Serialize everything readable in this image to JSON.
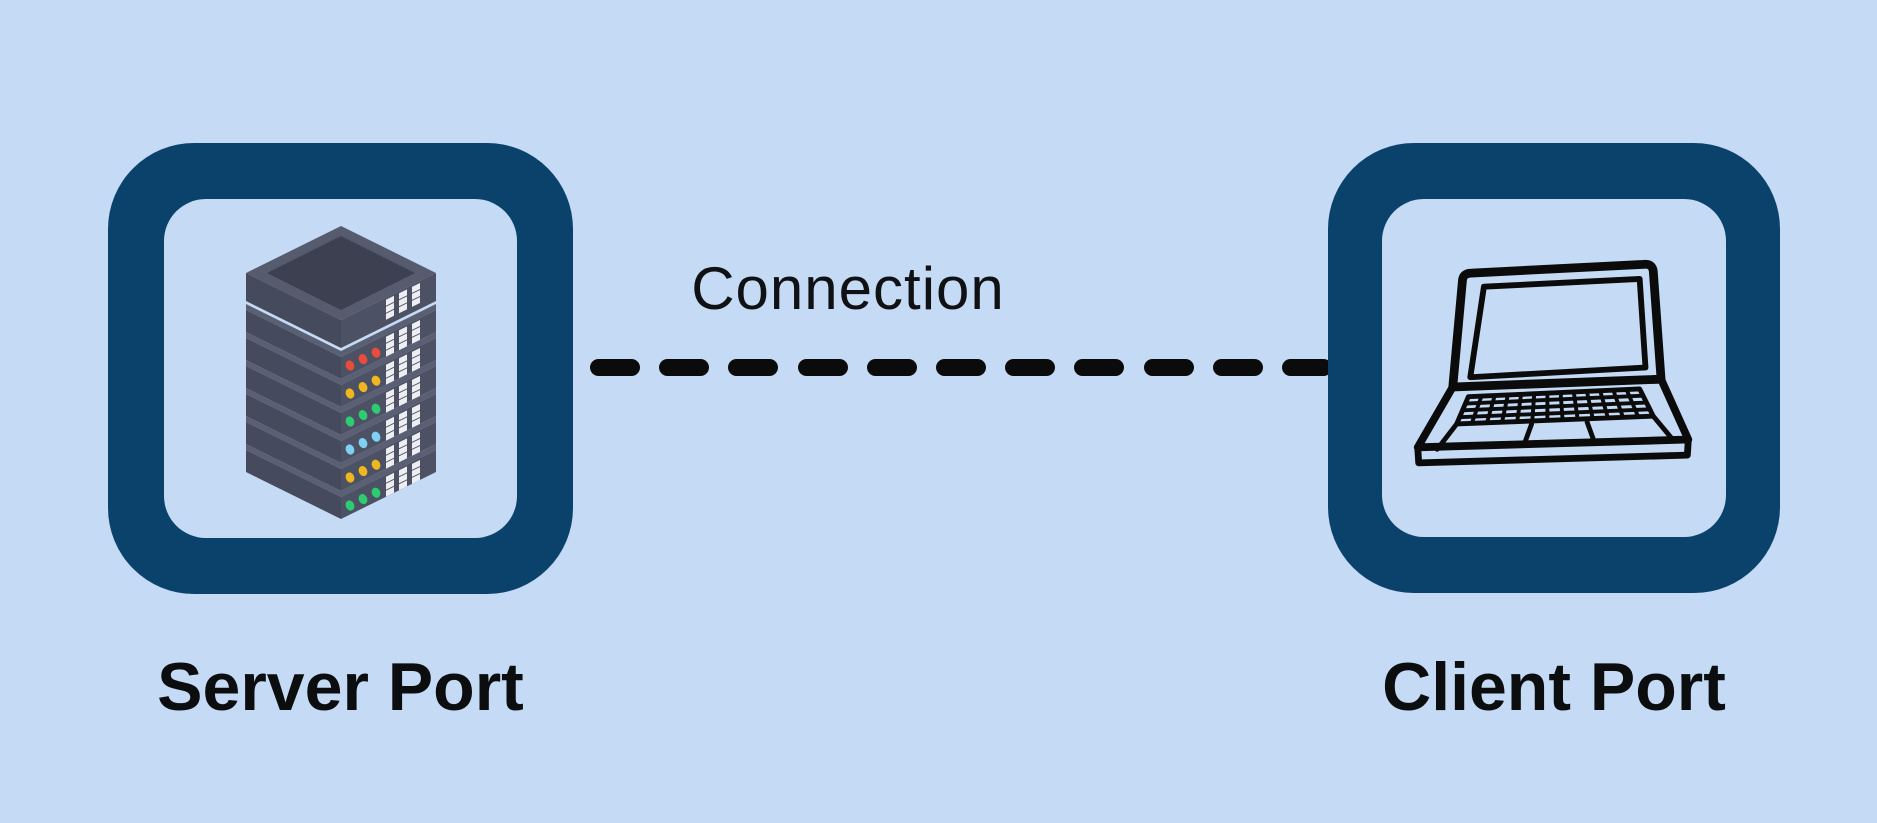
{
  "diagram": {
    "connection": {
      "label": "Connection",
      "style": "dashed",
      "dash_count": 11,
      "dash_color": "#0b0b0b"
    },
    "nodes": [
      {
        "id": "server",
        "label": "Server Port",
        "icon": "server-rack-icon"
      },
      {
        "id": "client",
        "label": "Client Port",
        "icon": "laptop-icon"
      }
    ],
    "colors": {
      "background": "#c5daf4",
      "node_border": "#0a426b",
      "node_inner": "#c5daf4",
      "text": "#0c0d0f",
      "server_body_left": "#454a5c",
      "server_body_right": "#4c5164",
      "server_bevel": "#5a5f73",
      "server_top": "#565b6e",
      "server_top_inset": "#3c4050",
      "led_red": "#e74c3c",
      "led_yellow": "#f0b61f",
      "led_green": "#2ecc71",
      "led_blue": "#7ed1f2",
      "vent_square": "#edeef2",
      "laptop_line": "#0b0b0b"
    }
  }
}
